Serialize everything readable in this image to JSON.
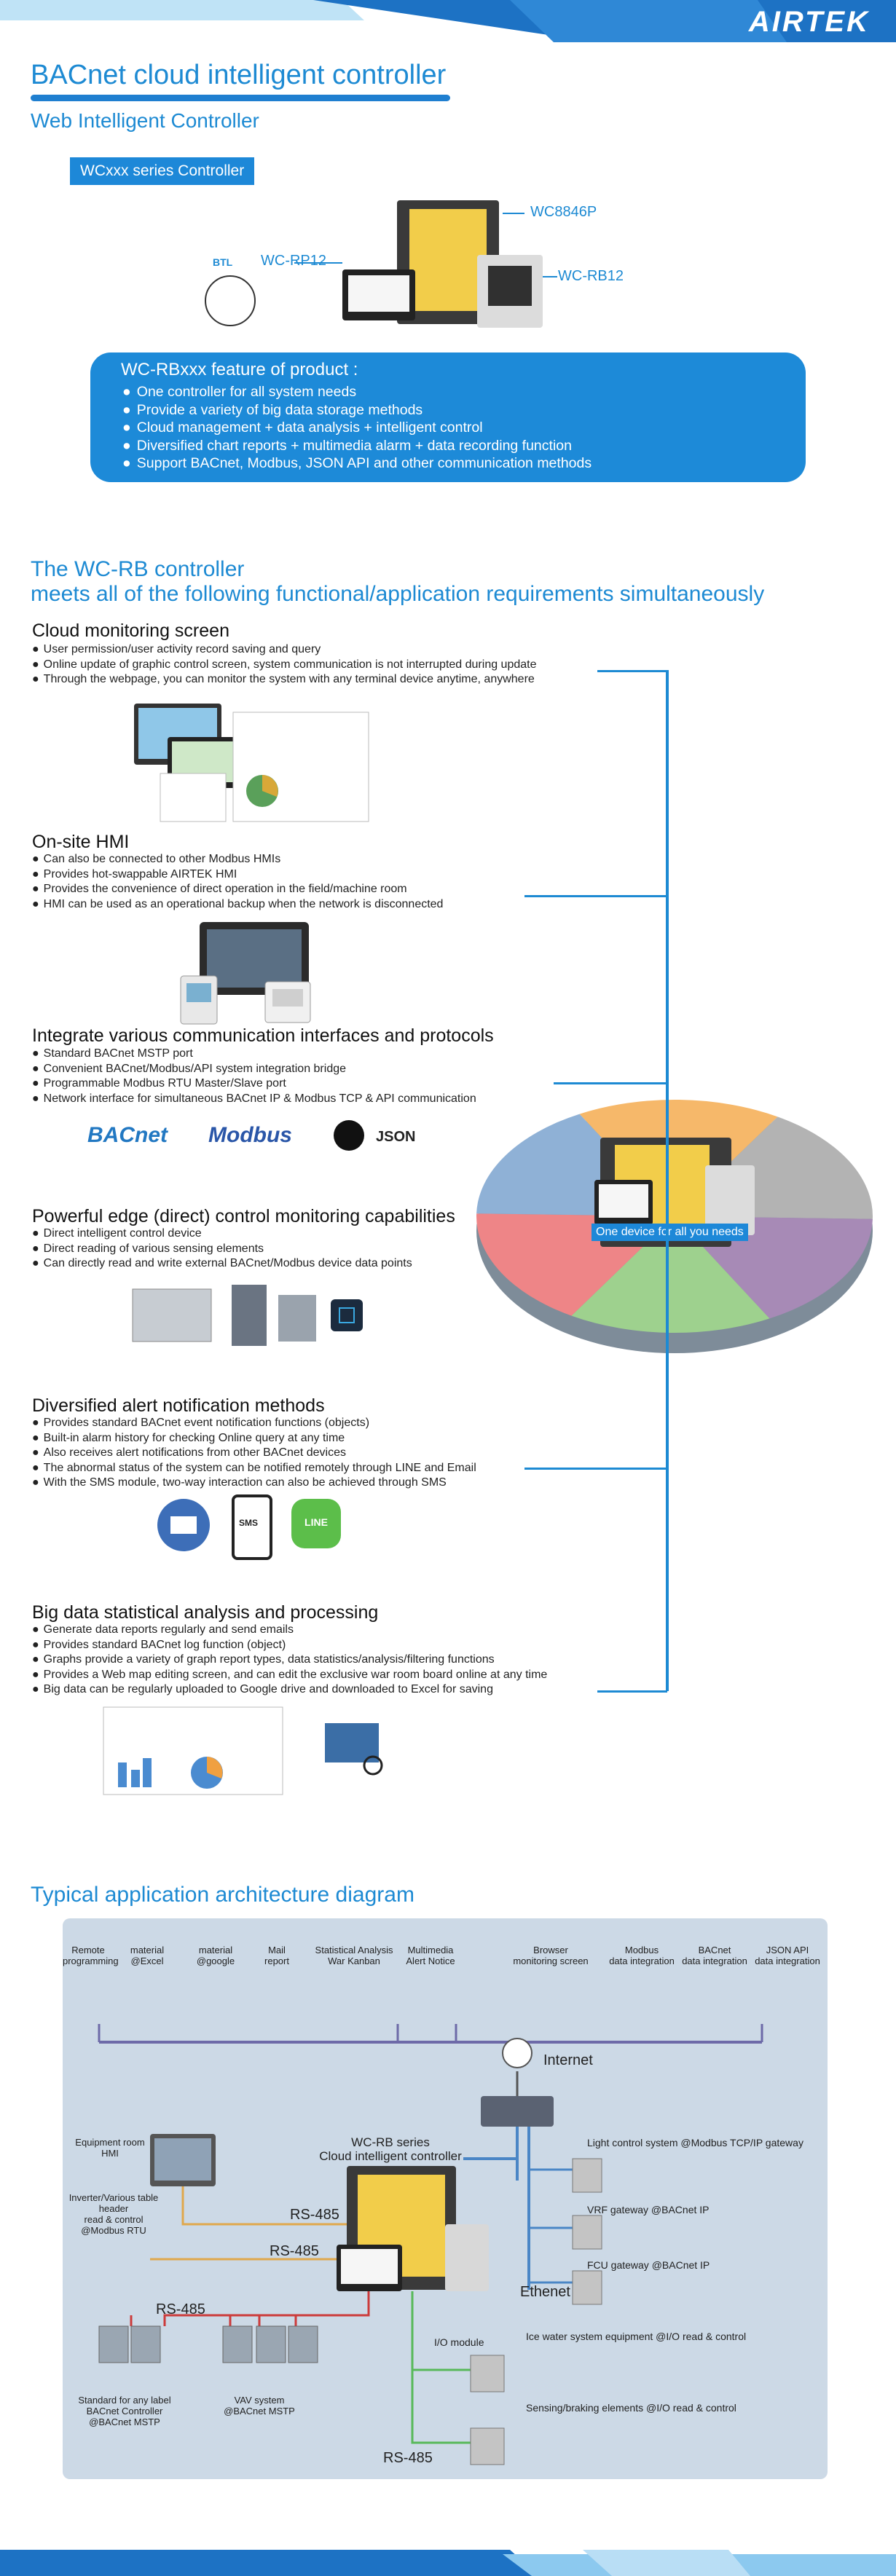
{
  "brand": {
    "logo": "AIRTEK"
  },
  "header": {
    "title": "BACnet cloud intelligent controller",
    "subtitle": "Web Intelligent Controller",
    "series_badge": "WCxxx series Controller"
  },
  "product_labels": {
    "wc8846p": "WC8846P",
    "wcrp12": "WC-RP12",
    "wcrb12": "WC-RB12",
    "btl": "BTL"
  },
  "features": {
    "title": "WC-RBxxx feature of product :",
    "items": [
      "One controller for all system needs",
      "Provide a variety of big data storage methods",
      "Cloud management + data analysis + intelligent control",
      "Diversified chart reports + multimedia alarm + data recording function",
      "Support BACnet, Modbus, JSON API and other communication methods"
    ]
  },
  "requirements": {
    "title_line1": "The WC-RB controller",
    "title_line2": "meets all of the following functional/application requirements simultaneously",
    "sections": [
      {
        "heading": "Cloud monitoring screen",
        "bullets": [
          "User permission/user activity record saving and query",
          "Online update of graphic control screen, system communication is not interrupted during update",
          "Through the webpage, you can monitor the system with any terminal device anytime, anywhere"
        ]
      },
      {
        "heading": "On-site HMI",
        "bullets": [
          "Can also be connected to other Modbus HMIs",
          "Provides hot-swappable AIRTEK HMI",
          "Provides the convenience of direct operation in the field/machine room",
          "HMI can be used as an operational backup when the network is disconnected"
        ]
      },
      {
        "heading": "Integrate various communication interfaces and protocols",
        "bullets": [
          "Standard BACnet MSTP port",
          "Convenient BACnet/Modbus/API system integration bridge",
          "Programmable Modbus RTU Master/Slave port",
          "Network interface for simultaneous BACnet IP & Modbus TCP & API communication"
        ]
      },
      {
        "heading": "Powerful edge (direct) control monitoring capabilities",
        "bullets": [
          "Direct intelligent control device",
          "Direct reading of various sensing elements",
          "Can directly read and write external BACnet/Modbus device data points"
        ]
      },
      {
        "heading": "Diversified alert notification methods",
        "bullets": [
          "Provides standard BACnet event notification functions (objects)",
          "Built-in alarm history for checking Online query at any time",
          "Also receives alert notifications from other BACnet devices",
          "The abnormal status of the system can be notified remotely through LINE and Email",
          "With the SMS module, two-way interaction can also be achieved through SMS"
        ]
      },
      {
        "heading": "Big data statistical analysis and processing",
        "bullets": [
          "Generate data reports regularly and send emails",
          "Provides standard BACnet log function (object)",
          "Graphs provide a variety of graph report types, data statistics/analysis/filtering functions",
          "Provides a Web map editing screen, and can edit the exclusive war room board online at any time",
          "Big data can be regularly uploaded to Google drive and downloaded to Excel for saving"
        ]
      }
    ],
    "protocol_logos": {
      "bacnet": "BACnet",
      "modbus": "Modbus",
      "json": "JSON"
    },
    "sms_label": "SMS",
    "line_label": "LINE",
    "pie_caption": "One device for all you needs",
    "pie_colors": [
      "#f6b86a",
      "#b3b3b3",
      "#a78ab6",
      "#9ed18e",
      "#ee8587",
      "#8fb1d6"
    ]
  },
  "architecture": {
    "title": "Typical application architecture diagram",
    "top_labels": [
      "Remote\nprogramming",
      "material\n@Excel",
      "material\n@google",
      "Mail\nreport",
      "Statistical Analysis\nWar Kanban",
      "Multimedia\nAlert Notice",
      "Browser\nmonitoring screen",
      "Modbus\ndata integration",
      "BACnet\ndata integration",
      "JSON API\ndata integration"
    ],
    "internet": "Internet",
    "equipment_room": "Equipment room\nHMI",
    "controller": "WC-RB series\nCloud intelligent controller",
    "inverter": "Inverter/Various table header\nread & control\n@Modbus RTU",
    "rs485": "RS-485",
    "ethernet": "Ethenet",
    "light": "Light control system @Modbus TCP/IP gateway",
    "vrf": "VRF gateway @BACnet IP",
    "fcu": "FCU gateway @BACnet IP",
    "io_module": "I/O module",
    "ice_water": "Ice water system equipment @I/O read & control",
    "sensing": "Sensing/braking elements @I/O read & control",
    "standard_label": "Standard for any label\nBACnet Controller\n@BACnet MSTP",
    "vav": "VAV system\n@BACnet MSTP"
  },
  "colors": {
    "accent": "#1d8ad3",
    "bar": "#8fb8e4",
    "red_line": "#cc3b3b",
    "green_line": "#58b95a",
    "orange_line": "#e0a84c"
  }
}
